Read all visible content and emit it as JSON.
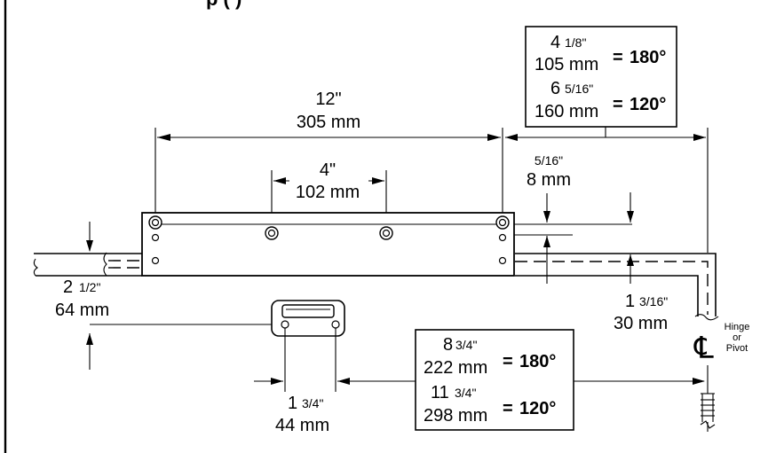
{
  "header": {
    "title_fragment": "p     (         )"
  },
  "top_box": {
    "row1": {
      "imperial_whole": "4",
      "imperial_frac": "1/8\"",
      "metric": "105 mm",
      "equals": "=",
      "angle": "180°"
    },
    "row2": {
      "imperial_whole": "6",
      "imperial_frac": "5/16\"",
      "metric": "160 mm",
      "equals": "=",
      "angle": "120°"
    }
  },
  "bottom_box": {
    "row1": {
      "imperial_whole": "8",
      "imperial_frac": "3/4\"",
      "metric": "222 mm",
      "equals": "=",
      "angle": "180°"
    },
    "row2": {
      "imperial_whole": "11",
      "imperial_frac": "3/4\"",
      "metric": "298 mm",
      "equals": "=",
      "angle": "120°"
    }
  },
  "dimensions": {
    "overall": {
      "imperial": "12\"",
      "metric": "305 mm"
    },
    "inner": {
      "imperial": "4\"",
      "metric": "102 mm"
    },
    "offset": {
      "imperial": "5/16\"",
      "metric": "8 mm"
    },
    "height": {
      "imperial_whole": "2",
      "imperial_frac": "1/2\"",
      "metric": "64 mm"
    },
    "reveal": {
      "imperial_whole": "1",
      "imperial_frac": "3/16\"",
      "metric": "30 mm"
    },
    "bracket": {
      "imperial_whole": "1",
      "imperial_frac": "3/4\"",
      "metric": "44 mm"
    }
  },
  "hinge_label": {
    "symbol": "℄",
    "line1": "Hinge",
    "line2": "or",
    "line3": "Pivot"
  }
}
